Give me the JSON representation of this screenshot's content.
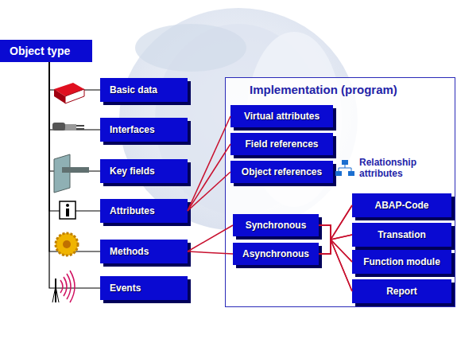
{
  "diagram": {
    "nodes": [
      {
        "text": [
          "Object type"
        ]
      },
      {
        "text": [
          "Basic data"
        ]
      },
      {
        "text": [
          "Interfaces"
        ]
      },
      {
        "text": [
          "Key fields"
        ]
      },
      {
        "text": [
          "Attributes"
        ]
      },
      {
        "text": [
          "Methods"
        ]
      },
      {
        "text": [
          "Events"
        ]
      },
      {
        "text": [
          "Implementation (program)"
        ]
      },
      {
        "text": [
          "Virtual attributes"
        ],
        "in": 7
      },
      {
        "text": [
          "Field references"
        ],
        "in": 7
      },
      {
        "text": [
          "Object references"
        ],
        "in": 7
      },
      {
        "text": [
          "Synchronous"
        ],
        "in": 7
      },
      {
        "text": [
          "Asynchronous"
        ],
        "in": 7
      },
      {
        "text": [
          "ABAP-Code"
        ],
        "in": 7
      },
      {
        "text": [
          "Transation"
        ],
        "in": 7
      },
      {
        "text": [
          "Function module"
        ],
        "in": 7
      },
      {
        "text": [
          "Report"
        ],
        "in": 7
      }
    ],
    "edges": [
      {
        "from": 0,
        "to": 1,
        "arrow": "none"
      },
      {
        "from": 0,
        "to": 2,
        "arrow": "none"
      },
      {
        "from": 0,
        "to": 3,
        "arrow": "none"
      },
      {
        "from": 0,
        "to": 4,
        "arrow": "none"
      },
      {
        "from": 0,
        "to": 5,
        "arrow": "none"
      },
      {
        "from": 0,
        "to": 6,
        "arrow": "none"
      },
      {
        "from": 4,
        "to": 8,
        "arrow": "none"
      },
      {
        "from": 4,
        "to": 9,
        "arrow": "none"
      },
      {
        "from": 4,
        "to": 10,
        "arrow": "none"
      },
      {
        "from": 5,
        "to": 11,
        "arrow": "none"
      },
      {
        "from": 5,
        "to": 12,
        "arrow": "none"
      },
      {
        "from": 11,
        "to": 13,
        "arrow": "none"
      },
      {
        "from": 11,
        "to": 14,
        "arrow": "none"
      },
      {
        "from": 11,
        "to": 15,
        "arrow": "none"
      },
      {
        "from": 11,
        "to": 16,
        "arrow": "none"
      },
      {
        "from": 12,
        "to": 13,
        "arrow": "none"
      },
      {
        "from": 12,
        "to": 14,
        "arrow": "none"
      },
      {
        "from": 12,
        "to": 15,
        "arrow": "none"
      },
      {
        "from": 12,
        "to": 16,
        "arrow": "none"
      }
    ],
    "labels": [
      "Relationship attributes"
    ]
  }
}
